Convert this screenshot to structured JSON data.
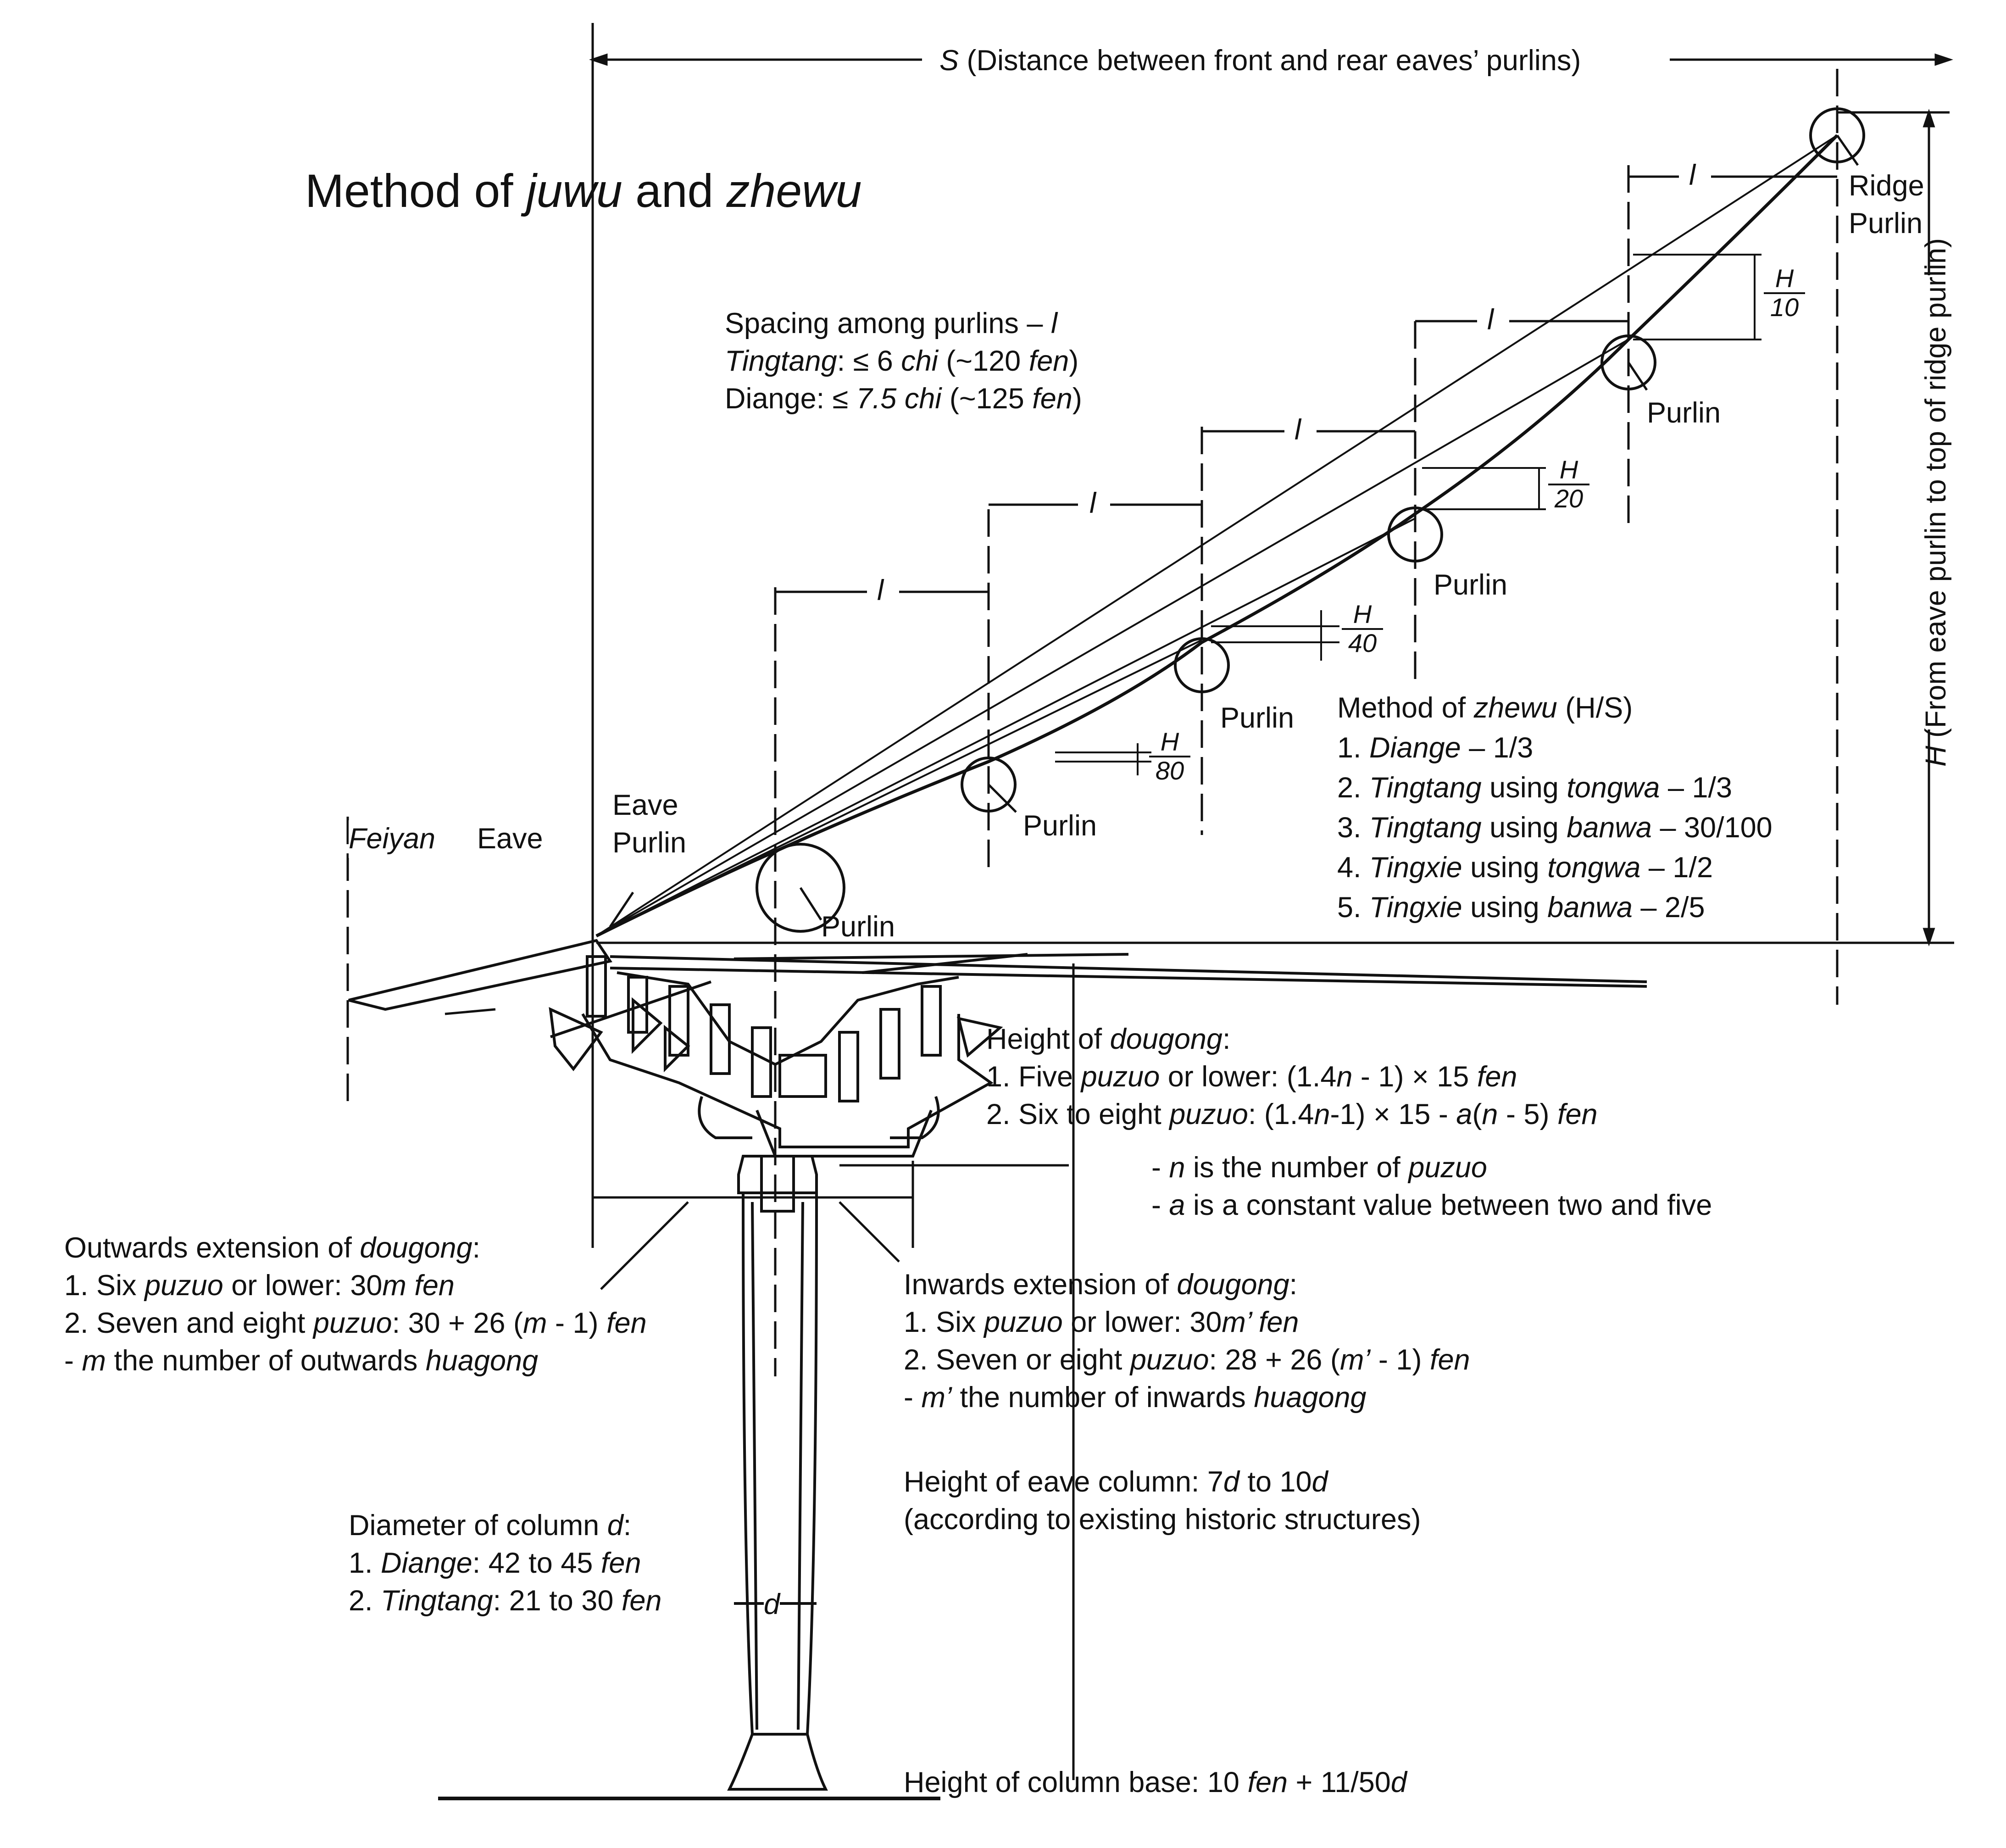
{
  "title": {
    "prefix": "Method of ",
    "term1": "juwu",
    "middle": " and ",
    "term2": "zhewu"
  },
  "span_dimension": {
    "symbol": "S",
    "text": " (Distance between front and rear eaves’ purlins)"
  },
  "height_dimension": {
    "symbol": "H",
    "text": " (From eave purlin to top of ridge purlin)"
  },
  "spacing_symbol": "l",
  "fractions": {
    "h10": {
      "num": "H",
      "den": "10"
    },
    "h20": {
      "num": "H",
      "den": "20"
    },
    "h40": {
      "num": "H",
      "den": "40"
    },
    "h80": {
      "num": "H",
      "den": "80"
    }
  },
  "labels": {
    "ridge_purlin_1": "Ridge",
    "ridge_purlin_2": "Purlin",
    "purlin": "Purlin",
    "eave_purlin_1": "Eave",
    "eave_purlin_2": "Purlin",
    "feiyan": "Feiyan",
    "eave": "Eave",
    "d": "d"
  },
  "spacing_note": {
    "line1_text": "Spacing among purlins – ",
    "line1_symbol": "l",
    "line2_term": "Tingtang",
    "line2_mid": ": ≤ 6 ",
    "line2_unit": "chi",
    "line2_paren": " (~120 ",
    "line2_fen": "fen",
    "line2_close": ")",
    "line3_term": "Diange: ≤ ",
    "line3_val": "7.5 chi",
    "line3_paren": " (~125 ",
    "line3_fen": "fen",
    "line3_close": ")"
  },
  "zhewu_method": {
    "heading_prefix": "Method of ",
    "heading_term": "zhewu",
    "heading_suffix": " (H/S)",
    "items": [
      {
        "num": "1. ",
        "term": "Diange",
        "rest": " – 1/3"
      },
      {
        "num": "2. ",
        "term": "Tingtang",
        "mid": " using ",
        "term2": "tongwa",
        "rest": " – 1/3"
      },
      {
        "num": "3. ",
        "term": "Tingtang",
        "mid": " using ",
        "term2": "banwa",
        "rest": " – 30/100"
      },
      {
        "num": "4. ",
        "term": "Tingxie",
        "mid": " using ",
        "term2": "tongwa",
        "rest": " – 1/2"
      },
      {
        "num": "5. ",
        "term": "Tingxie",
        "mid": " using ",
        "term2": "banwa",
        "rest": " – 2/5"
      }
    ]
  },
  "dougong_height": {
    "heading_prefix": "Height of ",
    "heading_term": "dougong",
    "heading_suffix": ":",
    "line1_a": "1. Five ",
    "line1_b": "puzuo",
    "line1_c": " or lower: (1.4",
    "line1_d": "n",
    "line1_e": " - 1) × 15 ",
    "line1_f": "fen",
    "line2_a": "2. Six to eight ",
    "line2_b": "puzuo",
    "line2_c": ": (1.4",
    "line2_d": "n",
    "line2_e": "-1) × 15 - ",
    "line2_f": "a",
    "line2_g": "(",
    "line2_h": "n",
    "line2_i": " - 5) ",
    "line2_j": "fen",
    "note1_a": "- ",
    "note1_b": "n",
    "note1_c": " is the number of ",
    "note1_d": "puzuo",
    "note2_a": "- ",
    "note2_b": "a",
    "note2_c": " is a constant value between two and five"
  },
  "outwards_extension": {
    "heading_prefix": "Outwards extension of ",
    "heading_term": "dougong",
    "heading_suffix": ":",
    "line1_a": "1. Six ",
    "line1_b": "puzuo",
    "line1_c": " or lower: 30",
    "line1_d": "m fen",
    "line2_a": "2. Seven and eight ",
    "line2_b": "puzuo",
    "line2_c": ": 30 + 26 (",
    "line2_d": "m",
    "line2_e": " - 1) ",
    "line2_f": "fen",
    "line3_a": "- ",
    "line3_b": "m",
    "line3_c": " the number of outwards ",
    "line3_d": "huagong"
  },
  "inwards_extension": {
    "heading_prefix": "Inwards extension of ",
    "heading_term": "dougong",
    "heading_suffix": ":",
    "line1_a": "1. Six ",
    "line1_b": "puzuo",
    "line1_c": " or lower: 30",
    "line1_d": "m’ fen",
    "line2_a": "2. Seven or eight ",
    "line2_b": "puzuo",
    "line2_c": ": 28 + 26 (",
    "line2_d": "m’",
    "line2_e": " - 1) ",
    "line2_f": "fen",
    "line3_a": "- ",
    "line3_b": "m’",
    "line3_c": " the number of inwards ",
    "line3_d": "huagong"
  },
  "eave_column_height": {
    "line1_a": "Height of eave column: 7",
    "line1_b": "d",
    "line1_c": " to 10",
    "line1_d": "d",
    "line2": "(according to existing historic structures)"
  },
  "column_diameter": {
    "heading_prefix": "Diameter of column ",
    "heading_sym": "d",
    "heading_suffix": ":",
    "line1_a": "1. ",
    "line1_b": "Diange",
    "line1_c": ": 42 to 45 ",
    "line1_d": "fen",
    "line2_a": "2. ",
    "line2_b": "Tingtang",
    "line2_c": ": 21 to 30 ",
    "line2_d": "fen"
  },
  "column_base_height": {
    "a": "Height of column base: 10 ",
    "b": "fen",
    "c": " + 11/50",
    "d": "d"
  }
}
